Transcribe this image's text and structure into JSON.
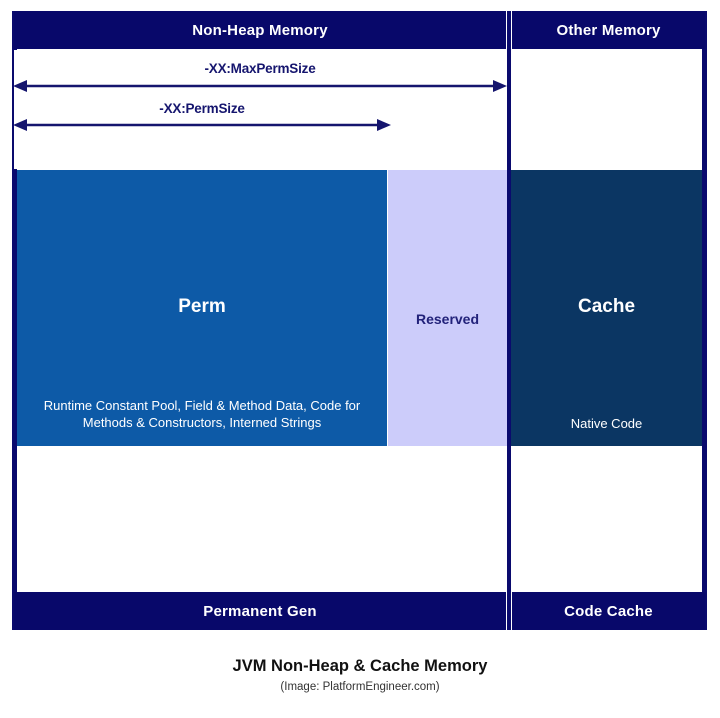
{
  "diagram": {
    "title": "JVM Non-Heap & Cache Memory",
    "credit": "(Image: PlatformEngineer.com)",
    "colors": {
      "navy_bar": "#08086a",
      "frame_rule": "#0a0a6e",
      "perm_blue": "#0d5aa7",
      "reserved_lavender": "#ccccfa",
      "cache_navy": "#0b3663",
      "arrow_navy": "#15156e",
      "white": "#ffffff"
    },
    "headers": [
      {
        "label": "Non-Heap Memory"
      },
      {
        "label": "Other Memory"
      }
    ],
    "flags": [
      {
        "label": "-XX:MaxPermSize"
      },
      {
        "label": "-XX:PermSize"
      }
    ],
    "blocks": [
      {
        "name": "perm",
        "title": "Perm",
        "subtitle": "Runtime Constant Pool, Field & Method Data, Code for Methods & Constructors, Interned Strings"
      },
      {
        "name": "reserved",
        "title": "Reserved",
        "subtitle": ""
      },
      {
        "name": "cache",
        "title": "Cache",
        "subtitle": "Native Code"
      }
    ],
    "footers": [
      {
        "label": "Permanent Gen"
      },
      {
        "label": "Code Cache"
      }
    ]
  }
}
